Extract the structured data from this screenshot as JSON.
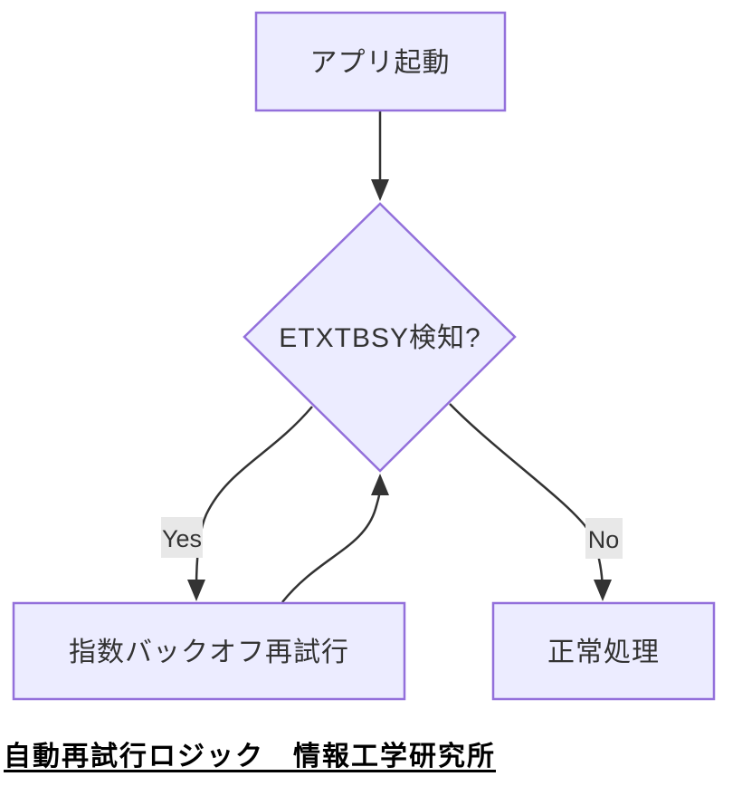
{
  "diagram": {
    "type": "flowchart",
    "direction": "top-down",
    "title": "自動再試行ロジック　情報工学研究所",
    "nodes": [
      {
        "id": "start",
        "shape": "rectangle",
        "label": "アプリ起動"
      },
      {
        "id": "decision",
        "shape": "diamond",
        "label": "ETXTBSY検知?"
      },
      {
        "id": "retry",
        "shape": "rectangle",
        "label": "指数バックオフ再試行"
      },
      {
        "id": "normal",
        "shape": "rectangle",
        "label": "正常処理"
      }
    ],
    "edges": [
      {
        "from": "start",
        "to": "decision",
        "label": ""
      },
      {
        "from": "decision",
        "to": "retry",
        "label": "Yes"
      },
      {
        "from": "retry",
        "to": "decision",
        "label": ""
      },
      {
        "from": "decision",
        "to": "normal",
        "label": "No"
      }
    ],
    "colors": {
      "node_fill": "#ECECFF",
      "node_border": "#9370DB",
      "edge_stroke": "#333333",
      "edge_label_bg": "#e8e8e8",
      "node_text": "#333333",
      "title_text": "#000000",
      "background": "#ffffff"
    }
  }
}
